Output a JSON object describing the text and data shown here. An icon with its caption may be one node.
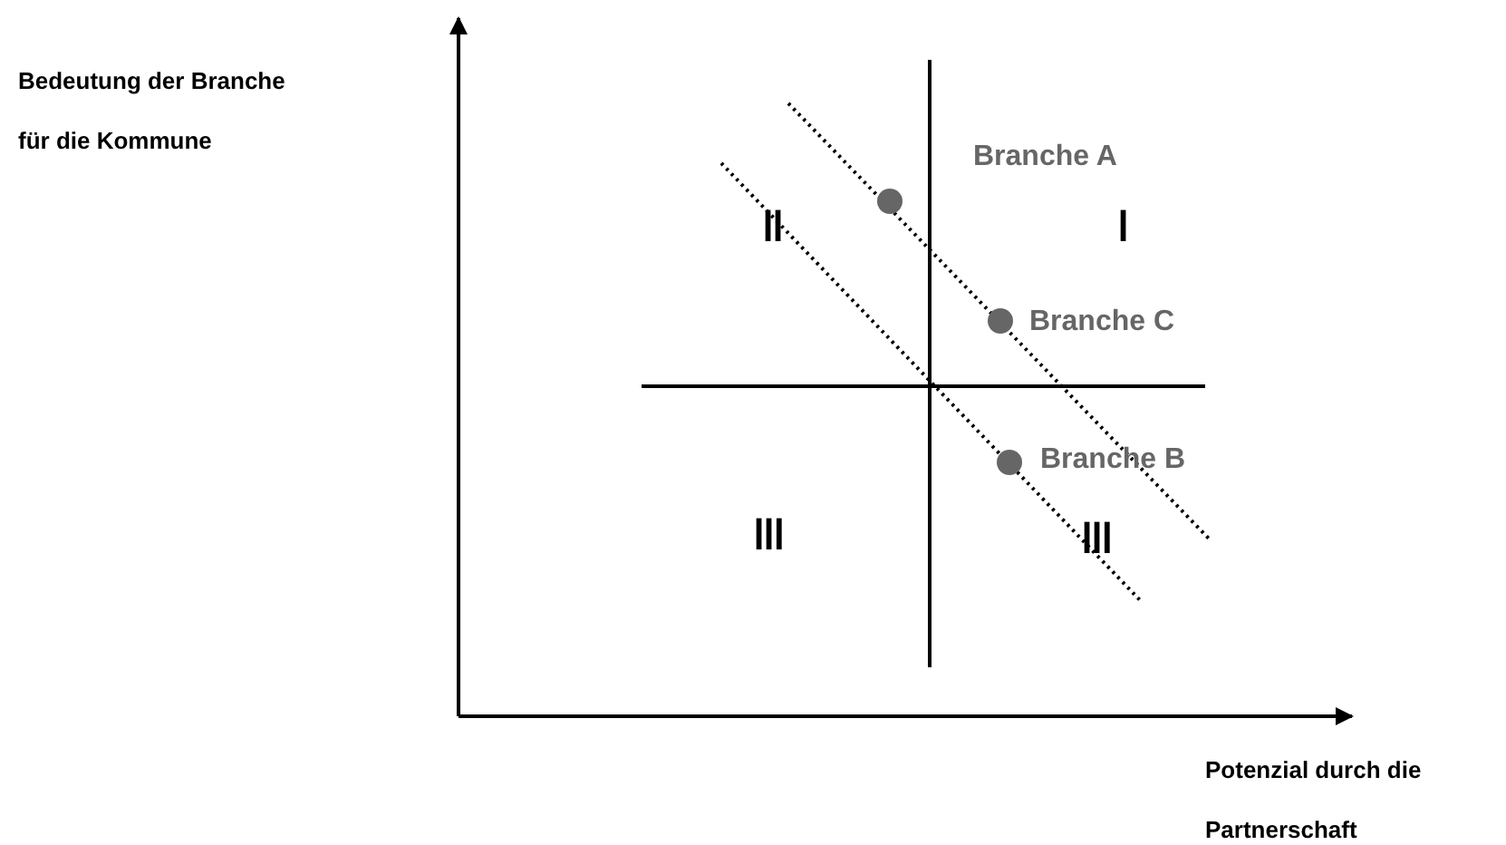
{
  "diagram": {
    "labels": [
      "Bedeutung der Branche für die Kommune",
      "Branche A",
      "II",
      "I",
      "Branche C",
      "Branche B",
      "III",
      "III",
      "Potenzial durch die Partnerschaft"
    ]
  }
}
